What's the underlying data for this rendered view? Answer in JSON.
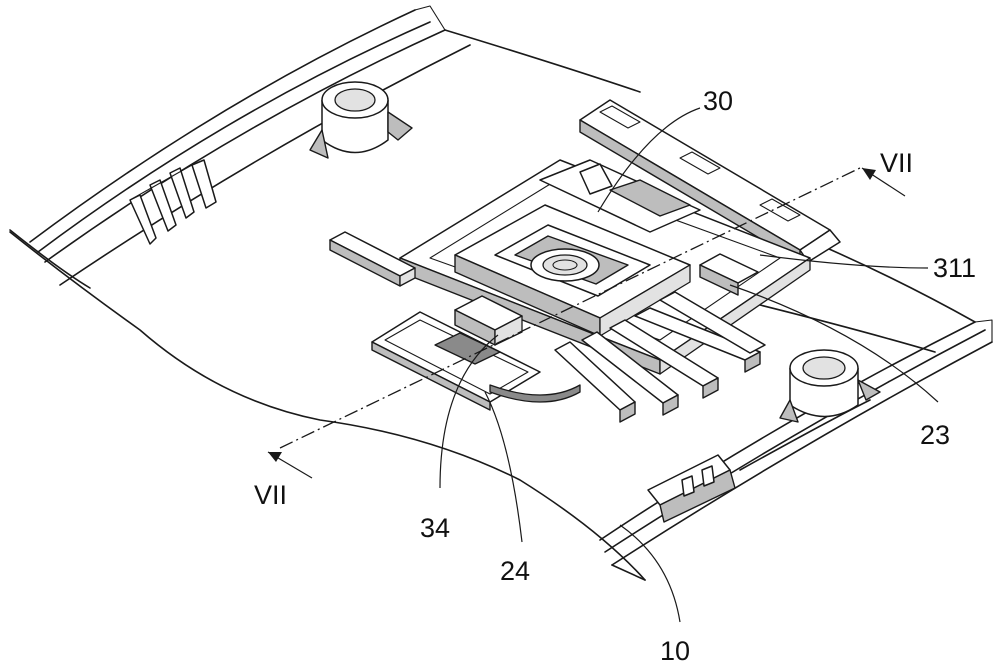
{
  "labels": {
    "ref_30": "30",
    "ref_311": "311",
    "ref_23": "23",
    "ref_34": "34",
    "ref_24": "24",
    "ref_10": "10",
    "section_top": "VII",
    "section_bottom": "VII"
  },
  "colors": {
    "stroke": "#1a1a1a",
    "shade": "#bdbdbd",
    "dark_shade": "#8a8a8a",
    "background": "#ffffff"
  }
}
